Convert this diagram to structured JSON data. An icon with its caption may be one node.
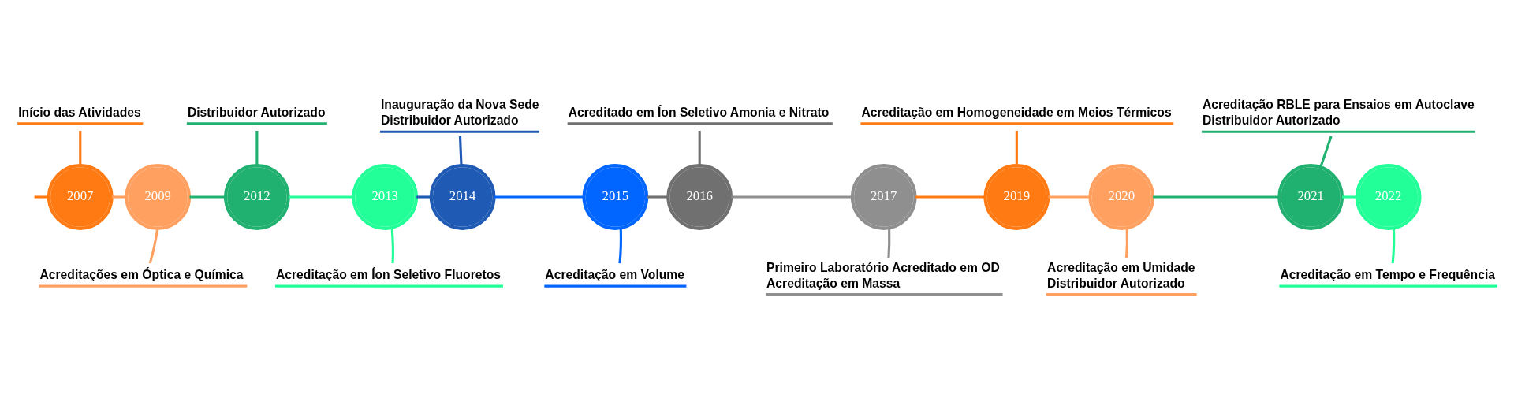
{
  "diagram": {
    "nodes": [
      {
        "text": [
          "2007"
        ]
      },
      {
        "text": [
          "2009"
        ]
      },
      {
        "text": [
          "2012"
        ]
      },
      {
        "text": [
          "2013"
        ]
      },
      {
        "text": [
          "2014"
        ]
      },
      {
        "text": [
          "2015"
        ]
      },
      {
        "text": [
          "2016"
        ]
      },
      {
        "text": [
          "2017"
        ]
      },
      {
        "text": [
          "2019"
        ]
      },
      {
        "text": [
          "2020"
        ]
      },
      {
        "text": [
          "2021"
        ]
      },
      {
        "text": [
          "2022"
        ]
      },
      {
        "text": [
          "Início das Atividades"
        ]
      },
      {
        "text": [
          "Acreditações em Óptica e Química"
        ]
      },
      {
        "text": [
          "Distribuidor Autorizado"
        ]
      },
      {
        "text": [
          "Acreditação em Íon Seletivo Fluoretos"
        ]
      },
      {
        "text": [
          "Inauguração da Nova Sede",
          "Distribuidor Autorizado"
        ]
      },
      {
        "text": [
          "Acreditação em Volume"
        ]
      },
      {
        "text": [
          "Acreditado em Íon Seletivo Amonia e Nitrato"
        ]
      },
      {
        "text": [
          "Primeiro Laboratório Acreditado em OD",
          "Acreditação em Massa"
        ]
      },
      {
        "text": [
          "Acreditação em Homogeneidade em Meios Térmicos"
        ]
      },
      {
        "text": [
          "Acreditação em Umidade",
          "Distribuidor Autorizado"
        ]
      },
      {
        "text": [
          "Acreditação RBLE para Ensaios em Autoclave",
          "Distribuidor Autorizado"
        ]
      },
      {
        "text": [
          "Acreditação em Tempo e Frequência"
        ]
      }
    ],
    "edges": [
      {
        "from": null,
        "to": 0,
        "arrow": "none",
        "color": "#ff7a12"
      },
      {
        "from": 0,
        "to": 1,
        "arrow": "none",
        "color": "#ffa060"
      },
      {
        "from": 1,
        "to": 2,
        "arrow": "none",
        "color": "#20b070"
      },
      {
        "from": 2,
        "to": 3,
        "arrow": "none",
        "color": "#22ff99"
      },
      {
        "from": 3,
        "to": 4,
        "arrow": "none",
        "color": "#1f5bb5"
      },
      {
        "from": 4,
        "to": 5,
        "arrow": "none",
        "color": "#0066ff"
      },
      {
        "from": 5,
        "to": 6,
        "arrow": "none",
        "color": "#707070"
      },
      {
        "from": 6,
        "to": 7,
        "arrow": "none",
        "color": "#8f8f8f"
      },
      {
        "from": 7,
        "to": 8,
        "arrow": "none",
        "color": "#ff7a12"
      },
      {
        "from": 8,
        "to": 9,
        "arrow": "none",
        "color": "#ffa060"
      },
      {
        "from": 9,
        "to": 10,
        "arrow": "none",
        "color": "#20b070"
      },
      {
        "from": 10,
        "to": 11,
        "arrow": "none",
        "color": "#22ff99"
      },
      {
        "from": 12,
        "to": 0,
        "arrow": "none",
        "color": "#ff7a12"
      },
      {
        "from": 13,
        "to": 1,
        "arrow": "none",
        "color": "#ffa060"
      },
      {
        "from": 14,
        "to": 2,
        "arrow": "none",
        "color": "#20b070"
      },
      {
        "from": 15,
        "to": 3,
        "arrow": "none",
        "color": "#22ff99"
      },
      {
        "from": 16,
        "to": 4,
        "arrow": "none",
        "color": "#1f5bb5"
      },
      {
        "from": 17,
        "to": 5,
        "arrow": "none",
        "color": "#0066ff"
      },
      {
        "from": 18,
        "to": 6,
        "arrow": "none",
        "color": "#707070"
      },
      {
        "from": 19,
        "to": 7,
        "arrow": "none",
        "color": "#8f8f8f"
      },
      {
        "from": 20,
        "to": 8,
        "arrow": "none",
        "color": "#ff7a12"
      },
      {
        "from": 21,
        "to": 9,
        "arrow": "none",
        "color": "#ffa060"
      },
      {
        "from": 22,
        "to": 10,
        "arrow": "none",
        "color": "#20b070"
      },
      {
        "from": 23,
        "to": 11,
        "arrow": "none",
        "color": "#22ff99"
      }
    ]
  }
}
